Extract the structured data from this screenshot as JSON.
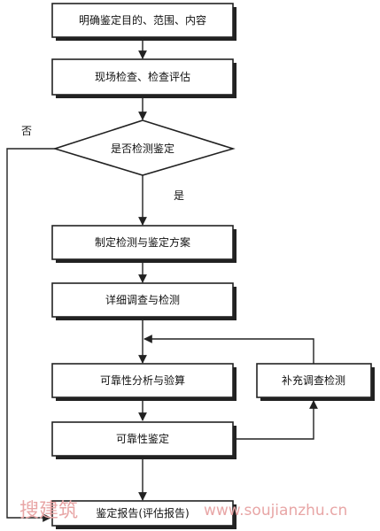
{
  "nodes": {
    "clarify": "明确鉴定目的、范围、内容",
    "inspect": "现场检查、检查评估",
    "decision": "是否检测鉴定",
    "plan": "制定检测与鉴定方案",
    "detail": "详细调查与检测",
    "analysis": "可靠性分析与验算",
    "supplement": "补充调查检测",
    "reliability": "可靠性鉴定",
    "report": "鉴定报告(评估报告)"
  },
  "edges": {
    "yes": "是",
    "no": "否"
  },
  "watermark": {
    "cn": "搜建筑",
    "url": "www.soujianzhu.cn"
  }
}
